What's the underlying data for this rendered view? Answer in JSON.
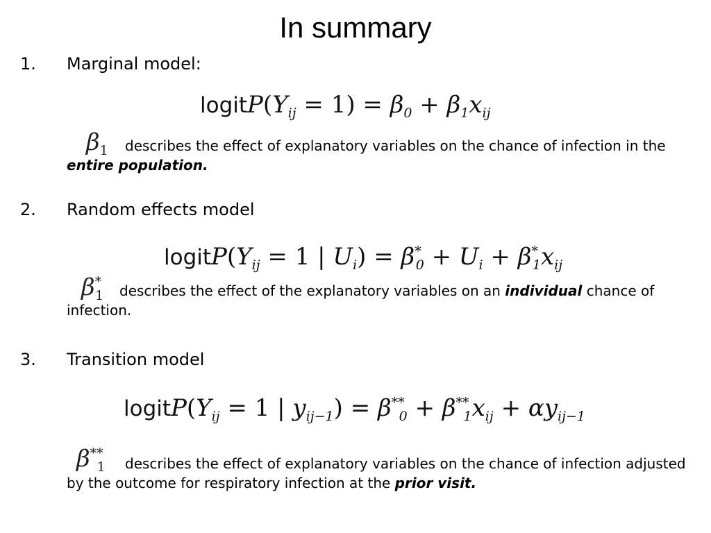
{
  "title": "In summary",
  "items": [
    {
      "number": "1.",
      "heading": "Marginal model:",
      "formula": "logit P(Y_ij = 1) = β_0 + β_1 x_ij",
      "coefficient": "β_1",
      "desc_start": "describes the effect of explanatory variables on the chance of infection in the",
      "desc_emphasis": "entire population.",
      "desc_end": ""
    },
    {
      "number": "2.",
      "heading": "Random effects model",
      "formula": "logit P(Y_ij = 1 | U_i) = β*_0 + U_i + β*_1 x_ij",
      "coefficient": "β*_1",
      "desc_start": "describes the effect of the explanatory variables on an",
      "desc_emphasis": "individual",
      "desc_end": "chance of infection."
    },
    {
      "number": "3.",
      "heading": "Transition model",
      "formula": "logit P(Y_ij = 1 | y_ij−1) = β**_0 + β**_1 x_ij + α y_ij−1",
      "coefficient": "β**_1",
      "desc_start": "describes the effect of explanatory variables on the chance of infection adjusted by the outcome for respiratory infection at the",
      "desc_emphasis": "prior visit.",
      "desc_end": ""
    }
  ]
}
